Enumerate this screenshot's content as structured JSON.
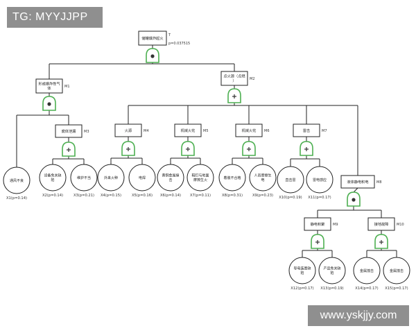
{
  "watermark_top": "TG: MYYJJPP",
  "watermark_bottom": "www.yskjjy.com",
  "nodes": [
    {
      "id": "T",
      "text": "储罐爆炸起火",
      "tag": "T",
      "extra": "p=0.037515"
    },
    {
      "id": "M1",
      "text": "形成爆炸性气体",
      "tag": "M1"
    },
    {
      "id": "M2",
      "text": "点火源（点燃）",
      "tag": "M2"
    },
    {
      "id": "M3",
      "text": "腐体泄漏",
      "tag": "M3"
    },
    {
      "id": "M4",
      "text": "火源",
      "tag": "M4"
    },
    {
      "id": "M5",
      "text": "机械火花",
      "tag": "M5"
    },
    {
      "id": "M6",
      "text": "机械火花",
      "tag": "M6"
    },
    {
      "id": "M7",
      "text": "雷击",
      "tag": "M7"
    },
    {
      "id": "M8",
      "text": "液体静电积电",
      "tag": "M8"
    },
    {
      "id": "M9",
      "text": "静电积聚",
      "tag": "M9"
    },
    {
      "id": "M10",
      "text": "接地故障",
      "tag": "M10"
    }
  ],
  "gates": [
    {
      "id": "G-T",
      "type": "AND"
    },
    {
      "id": "G-M1",
      "type": "AND"
    },
    {
      "id": "G-M2",
      "type": "OR"
    },
    {
      "id": "G-M3",
      "type": "OR"
    },
    {
      "id": "G-M4",
      "type": "OR"
    },
    {
      "id": "G-M5",
      "type": "OR"
    },
    {
      "id": "G-M6",
      "type": "OR"
    },
    {
      "id": "G-M7",
      "type": "OR"
    },
    {
      "id": "G-M8",
      "type": "AND"
    },
    {
      "id": "G-M9",
      "type": "OR"
    },
    {
      "id": "G-M10",
      "type": "OR"
    }
  ],
  "events": [
    {
      "id": "X1",
      "text": "通风不良",
      "label": "X1(p=0.14)"
    },
    {
      "id": "X2",
      "text": "设备免关缺陷",
      "label": "X2(p=0.14)"
    },
    {
      "id": "X3",
      "text": "维护不当",
      "label": "X3(p=0.21)"
    },
    {
      "id": "X4",
      "text": "外来火种",
      "label": "X4(p=0.15)"
    },
    {
      "id": "X5",
      "text": "电焊",
      "label": "X5(p=0.16)"
    },
    {
      "id": "X6",
      "text": "黄铜金属撞击",
      "label": "X6(p=0.14)"
    },
    {
      "id": "X7",
      "text": "鞋钉与地面摩擦生火",
      "label": "X7(p=0.11)"
    },
    {
      "id": "X8",
      "text": "着装不合格",
      "label": "X8(p=0.31)"
    },
    {
      "id": "X9",
      "text": "人员摩擦生电",
      "label": "X9(p=0.23)"
    },
    {
      "id": "X10",
      "text": "直击雷",
      "label": "X10(p=0.19)"
    },
    {
      "id": "X11",
      "text": "雷电感应",
      "label": "X11(p=0.17)"
    },
    {
      "id": "X12",
      "text": "导电装置缺陷",
      "label": "X12(p=0.17)"
    },
    {
      "id": "X13",
      "text": "产品免关缺陷",
      "label": "X13(p=0.19)"
    },
    {
      "id": "X14",
      "text": "金属撞击",
      "label": "X14(p=0.17)"
    },
    {
      "id": "X15",
      "text": "金属撞击",
      "label": "X15(p=0.17)"
    }
  ]
}
